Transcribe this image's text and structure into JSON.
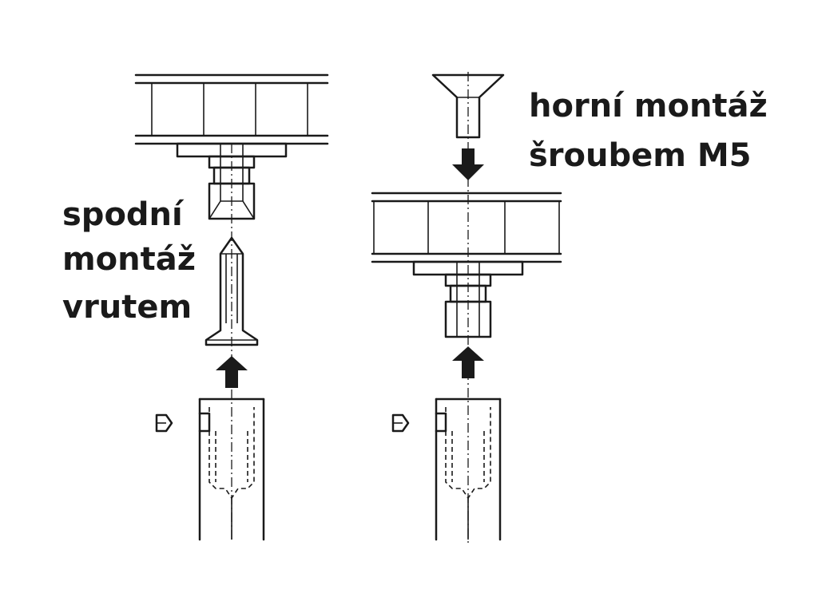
{
  "labels": {
    "bottom_mount": [
      "spodní",
      "montáž",
      "vrutem"
    ],
    "top_mount": [
      "horní montáž",
      "šroubem M5"
    ]
  },
  "colors": {
    "ink": "#1a1a1a",
    "background": "#ffffff"
  }
}
